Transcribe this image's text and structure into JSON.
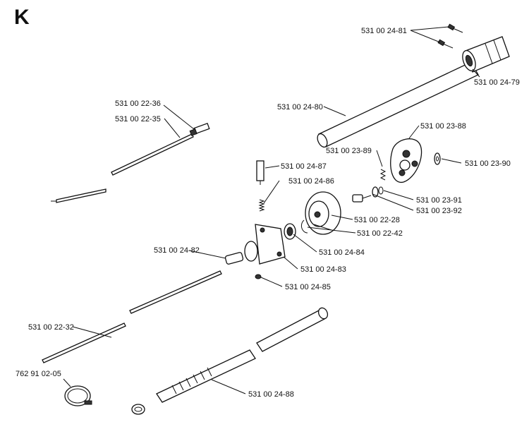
{
  "diagram": {
    "section_letter": "K",
    "callouts": {
      "p24_81": "531 00 24-81",
      "p24_79": "531 00 24-79",
      "p22_36": "531 00 22-36",
      "p22_35": "531 00 22-35",
      "p24_80": "531 00 24-80",
      "p23_88": "531 00 23-88",
      "p23_89": "531 00 23-89",
      "p23_90": "531 00 23-90",
      "p24_87": "531 00 24-87",
      "p24_86": "531 00 24-86",
      "p23_91": "531 00 23-91",
      "p23_92": "531 00 23-92",
      "p22_28": "531 00 22-28",
      "p22_42": "531 00 22-42",
      "p24_82": "531 00 24-82",
      "p24_84": "531 00 24-84",
      "p24_83": "531 00 24-83",
      "p24_85": "531 00 24-85",
      "p22_32": "531 00 22-32",
      "p02_05": "762 91 02-05",
      "p24_88": "531 00 24-88"
    }
  }
}
